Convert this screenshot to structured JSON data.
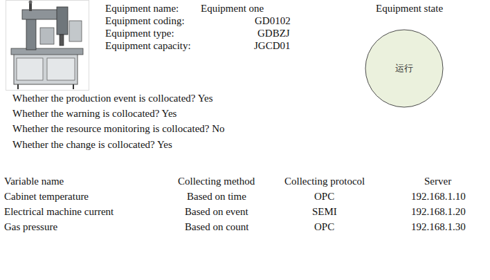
{
  "diagram": {
    "nodes": [
      {
        "text": [
          "Equipment state",
          "运行"
        ]
      }
    ],
    "labels": [
      "Equipment name:",
      "Equipment one",
      "Equipment coding:",
      "GD0102",
      "Equipment type:",
      "GDBZJ",
      "Equipment capacity:",
      "JGCD01",
      "Whether the production event is collocated? Yes",
      "Whether the warning is collocated? Yes",
      "Whether the resource monitoring is collocated? No",
      "Whether the change is collocated? Yes",
      "Variable name",
      "Collecting method",
      "Collecting protocol",
      "Server",
      "Cabinet temperature",
      "Based on time",
      "OPC",
      "192.168.1.10",
      "Electrical machine current",
      "Based on event",
      "SEMI",
      "192.168.1.20",
      "Gas pressure",
      "Based on count",
      "OPC",
      "192.168.1.30"
    ]
  }
}
